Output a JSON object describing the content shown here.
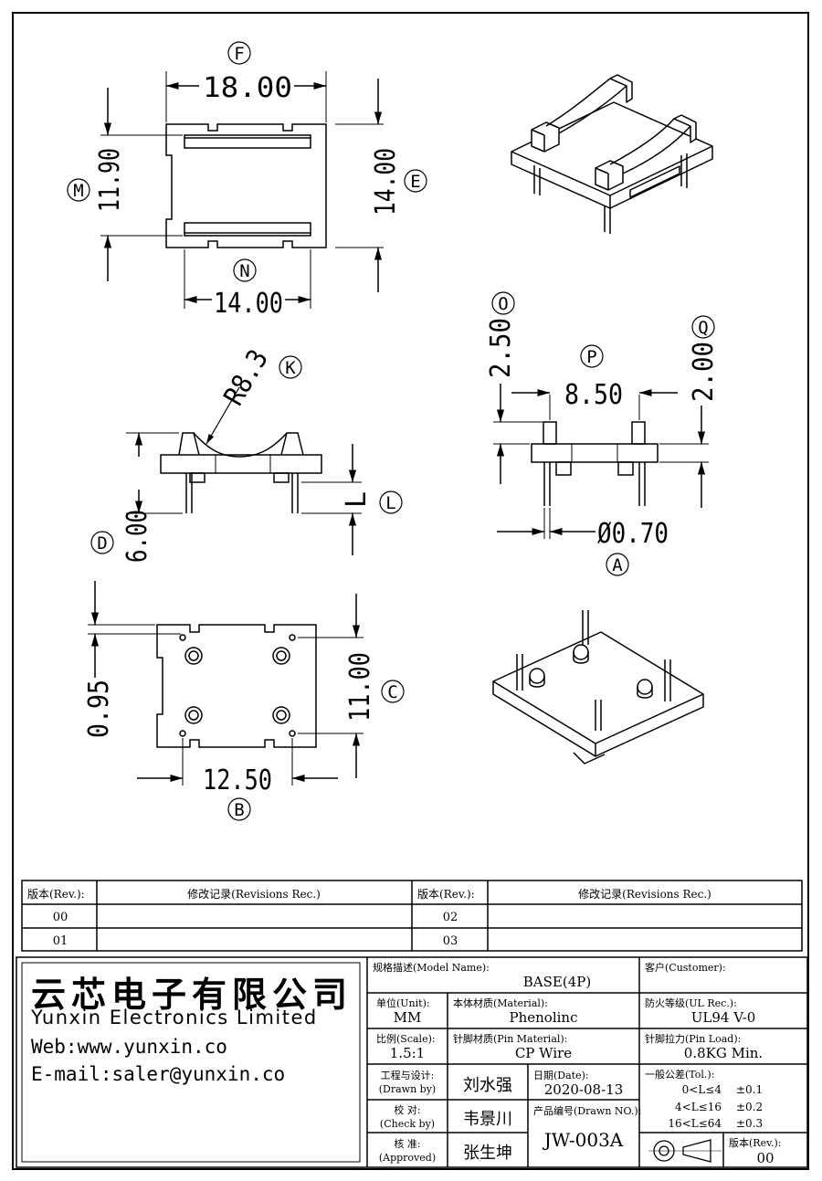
{
  "views": {
    "top": {
      "width": "18.00",
      "width_ref": "F",
      "inner_height": "11.90",
      "inner_height_ref": "M",
      "height": "14.00",
      "height_ref": "E",
      "bottom_width": "14.00",
      "bottom_width_ref": "N"
    },
    "side": {
      "radius": "R8.3",
      "radius_ref": "K",
      "height": "6.00",
      "height_ref": "D",
      "pin_length": "L",
      "pin_length_ref": "L"
    },
    "front": {
      "pin_top": "2.50",
      "pin_top_ref": "O",
      "pin_span": "8.50",
      "pin_span_ref": "P",
      "pin_bottom": "2.00",
      "pin_bottom_ref": "Q",
      "pin_dia": "Ø0.70",
      "pin_dia_ref": "A"
    },
    "bottom": {
      "hole_offset": "0.95",
      "pitch_y": "11.00",
      "pitch_y_ref": "C",
      "pitch_x": "12.50",
      "pitch_x_ref": "B"
    }
  },
  "revisions": {
    "header_rev": "版本(Rev.):",
    "header_rec": "修改记录(Revisions Rec.)",
    "rows_left": [
      "00",
      "01"
    ],
    "rows_right": [
      "02",
      "03"
    ]
  },
  "company": {
    "name_cn": "云芯电子有限公司",
    "name_en": "Yunxin Electronics Limited",
    "web": "Web:www.yunxin.co",
    "email": "E-mail:saler@yunxin.co"
  },
  "title_block": {
    "model_label": "规格描述(Model Name):",
    "model": "BASE(4P)",
    "customer_label": "客户(Customer):",
    "customer": "",
    "unit_label": "单位(Unit):",
    "unit": "MM",
    "material_label": "本体材质(Material):",
    "material": "Phenolinc",
    "ul_label": "防火等级(UL Rec.):",
    "ul": "UL94 V-0",
    "scale_label": "比例(Scale):",
    "scale": "1.5:1",
    "pin_material_label": "针脚材质(Pin Material):",
    "pin_material": "CP Wire",
    "pin_load_label": "针脚拉力(Pin Load):",
    "pin_load": "0.8KG Min.",
    "drawn_label": "工程与设计:",
    "drawn_label_en": "(Drawn by)",
    "drawn_by": "刘水强",
    "date_label": "日期(Date):",
    "date": "2020-08-13",
    "tol_label": "一般公差(Tol.):",
    "tol_rows": [
      {
        "range": "0<L≤4",
        "tol": "±0.1"
      },
      {
        "range": "4<L≤16",
        "tol": "±0.2"
      },
      {
        "range": "16<L≤64",
        "tol": "±0.3"
      }
    ],
    "check_label": "校  对:",
    "check_label_en": "(Check by)",
    "checked_by": "韦景川",
    "drawn_no_label": "产品编号(Drawn NO.):",
    "drawn_no": "JW-003A",
    "approved_label": "核  准:",
    "approved_label_en": "(Approved)",
    "approved_by": "张生坤",
    "rev_label": "版本(Rev.):",
    "rev": "00"
  }
}
